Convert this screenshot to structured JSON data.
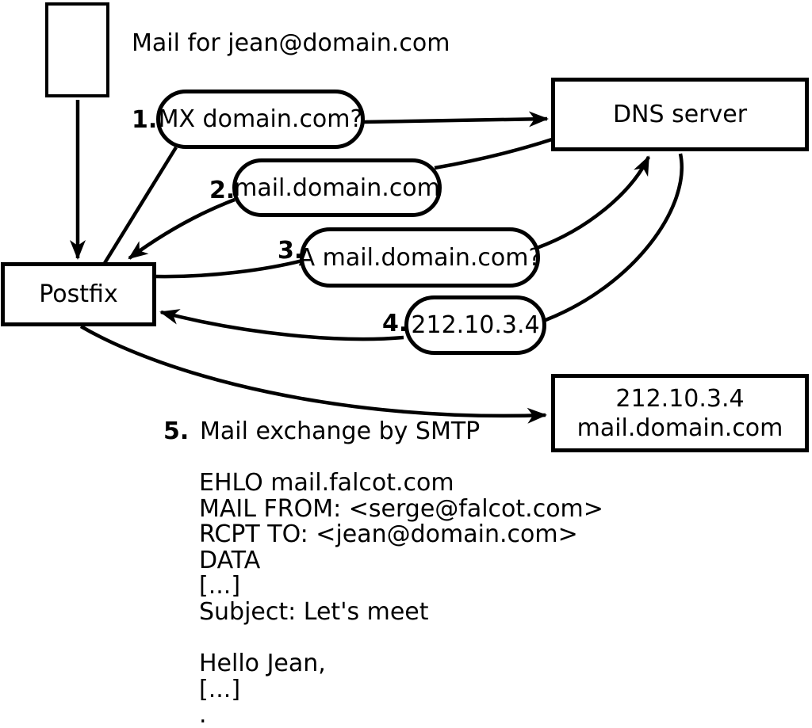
{
  "diagram": {
    "title": "Mail for jean@domain.com",
    "nodes": {
      "postfix": "Postfix",
      "dns_server": "DNS server",
      "target_line1": "212.10.3.4",
      "target_line2": "mail.domain.com"
    },
    "steps": [
      {
        "number": "1.",
        "label": "MX domain.com?"
      },
      {
        "number": "2.",
        "label": "mail.domain.com"
      },
      {
        "number": "3.",
        "label": "A mail.domain.com?"
      },
      {
        "number": "4.",
        "label": "212.10.3.4"
      },
      {
        "number": "5.",
        "label": "Mail exchange by SMTP"
      }
    ],
    "smtp_session": "EHLO mail.falcot.com\nMAIL FROM: <serge@falcot.com>\nRCPT TO: <jean@domain.com>\nDATA\n[...]\nSubject: Let's meet\n\nHello Jean,\n[...]\n.",
    "colors": {
      "stroke": "#000000",
      "background": "#ffffff"
    }
  }
}
